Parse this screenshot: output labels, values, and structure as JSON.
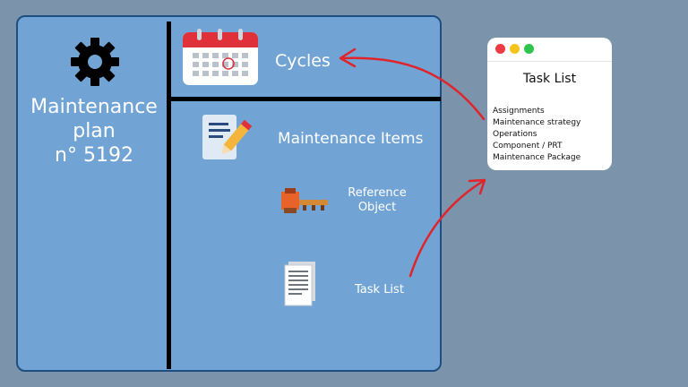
{
  "plan": {
    "line1": "Maintenance",
    "line2": "plan",
    "line3": "n° 5192"
  },
  "items": {
    "cycles": "Cycles",
    "maintenance_items": "Maintenance Items",
    "reference_object_line1": "Reference",
    "reference_object_line2": "Object",
    "task_list": "Task List"
  },
  "task_window": {
    "title": "Task List",
    "entries": [
      "Assignments",
      "Maintenance strategy",
      "Operations",
      "Component / PRT",
      "Maintenance Package"
    ]
  },
  "colors": {
    "background": "#7b93ab",
    "panel": "#71a4d4",
    "panel_border": "#1f4f82",
    "divider": "#000000",
    "arrow": "#e0242b",
    "window_dot_red": "#ed3b43",
    "window_dot_yellow": "#f5c419",
    "window_dot_green": "#2dc54b"
  },
  "icons": [
    "gear-icon",
    "calendar-icon",
    "document-pencil-icon",
    "machine-icon",
    "task-list-document-icon"
  ]
}
